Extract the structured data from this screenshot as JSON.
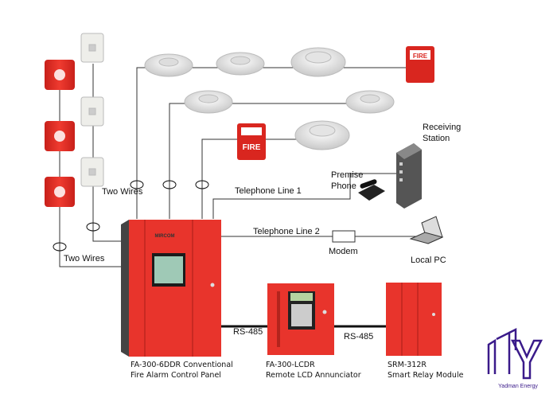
{
  "labels": {
    "two_wires_upper": "Two Wires",
    "two_wires_lower": "Two Wires",
    "telephone_line_1": "Telephone Line 1",
    "telephone_line_2": "Telephone Line 2",
    "premise_phone": [
      "Premise",
      "Phone"
    ],
    "receiving_station": [
      "Receiving",
      "Station"
    ],
    "modem": "Modem",
    "local_pc": "Local PC",
    "rs485_left": "RS-485",
    "rs485_right": "RS-485"
  },
  "devices": {
    "control_panel": [
      "FA-300-6DDR Conventional",
      "Fire Alarm Control Panel"
    ],
    "annunciator": [
      "FA-300-LCDR",
      "Remote LCD Annunciator"
    ],
    "relay_module": [
      "SRM-312R",
      "Smart Relay Module"
    ],
    "panel_brand": "MIRCOM",
    "pull_station_text": "FIRE"
  },
  "logo": {
    "text": "Yadman Energy",
    "color": "#3a1a8a"
  },
  "colors": {
    "panel_red": "#e8342c",
    "line": "#333333"
  }
}
